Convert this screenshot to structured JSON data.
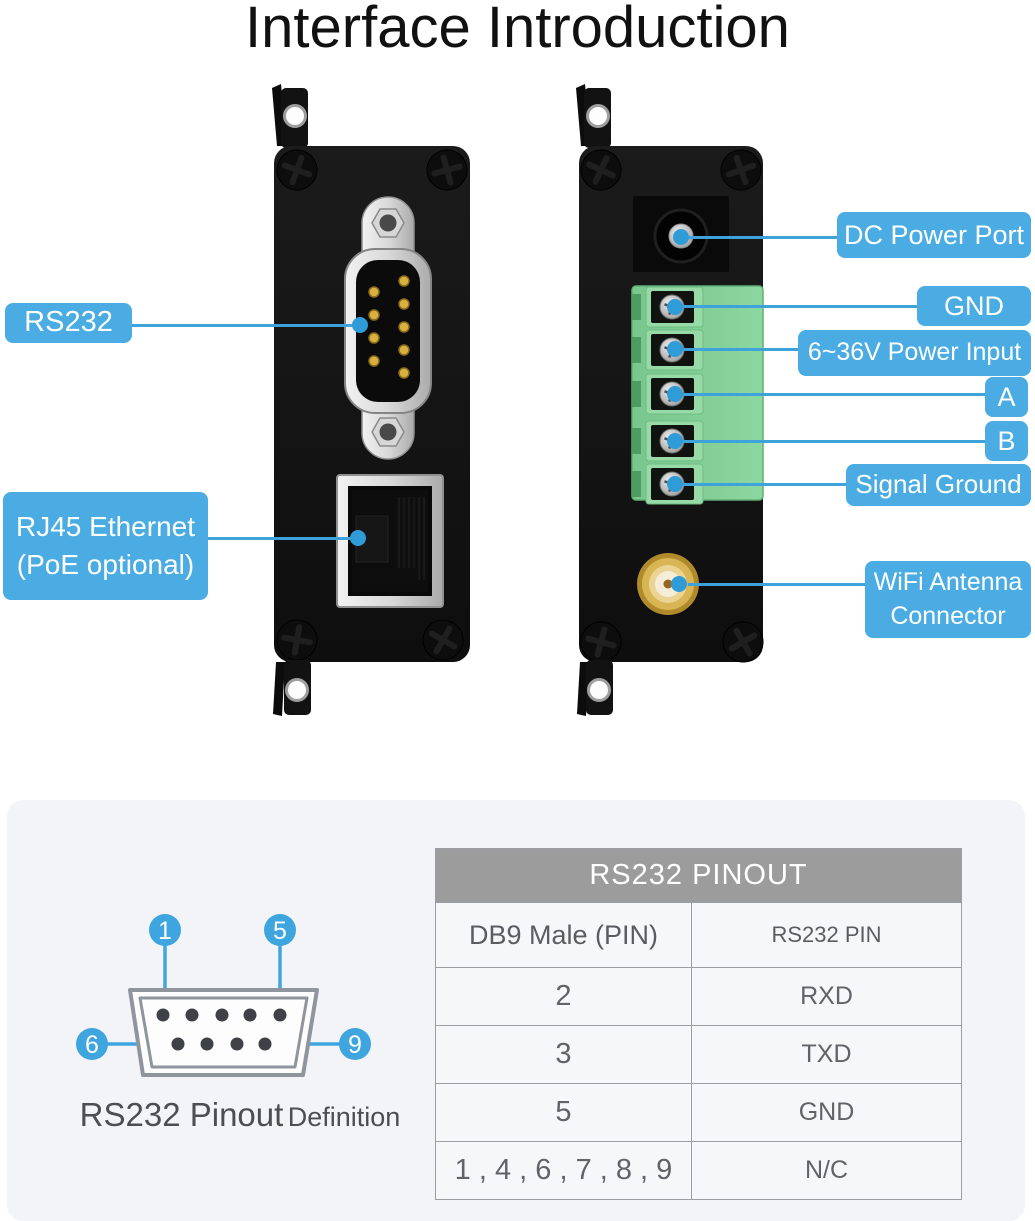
{
  "title": "Interface Introduction",
  "colors": {
    "accent_blue": "#4AACE2",
    "line_blue": "#3FA3DB",
    "table_header_gray": "#9C9C9C",
    "panel_bg": "#F3F4F8",
    "device_black": "#131313",
    "terminal_green": "#7FCB93",
    "sma_gold": "#D9B554"
  },
  "callouts": {
    "rs232": "RS232",
    "rj45_line1": "RJ45 Ethernet",
    "rj45_line2": "(PoE optional)",
    "dc_power": "DC Power Port",
    "gnd": "GND",
    "power_input": "6~36V Power Input",
    "a": "A",
    "b": "B",
    "signal_ground": "Signal Ground",
    "wifi_line1": "WiFi Antenna",
    "wifi_line2": "Connector"
  },
  "pinout_diagram": {
    "pin_labels": [
      "1",
      "5",
      "6",
      "9"
    ],
    "caption_main": "RS232 Pinout",
    "caption_sub": "Definition"
  },
  "table": {
    "title": "RS232 PINOUT",
    "columns": [
      "DB9 Male (PIN)",
      "RS232 PIN"
    ],
    "rows": [
      [
        "2",
        "RXD"
      ],
      [
        "3",
        "TXD"
      ],
      [
        "5",
        "GND"
      ],
      [
        "1 , 4 , 6 , 7 , 8 , 9",
        "N/C"
      ]
    ]
  }
}
